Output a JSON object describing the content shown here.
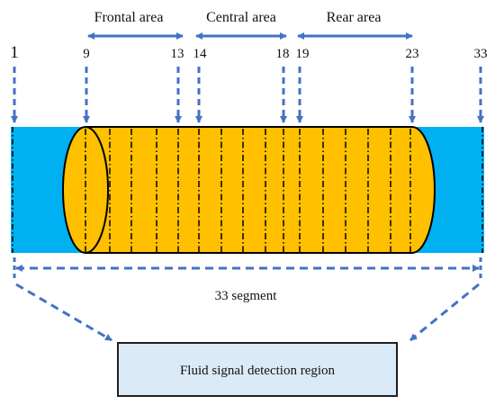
{
  "colors": {
    "channel": "#00b0f0",
    "tube": "#ffc000",
    "arrow": "#4472c4",
    "outline": "#000000",
    "box_fill": "#dbeaf7"
  },
  "areas": {
    "frontal": "Frontal area",
    "central": "Central area",
    "rear": "Rear area"
  },
  "markers": {
    "m1": "1",
    "m9": "9",
    "m13": "13",
    "m14": "14",
    "m18": "18",
    "m19": "19",
    "m23": "23",
    "m33": "33"
  },
  "segment_label": "33 segment",
  "detection_box_label": "Fluid signal detection region"
}
